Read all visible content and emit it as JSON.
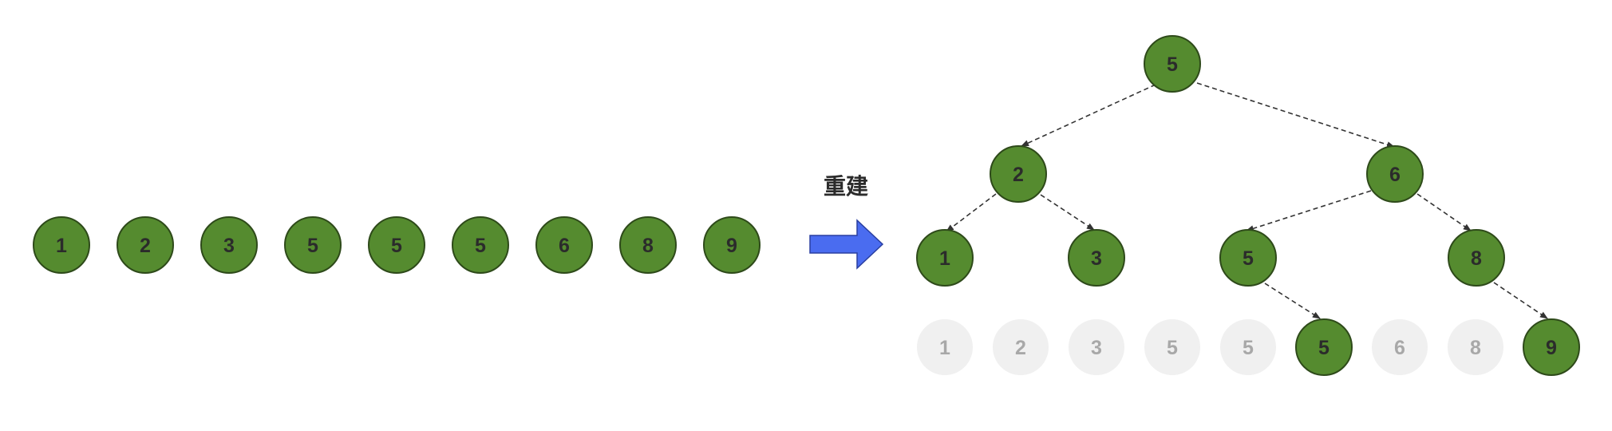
{
  "caption": "重建",
  "input_array": [
    "1",
    "2",
    "3",
    "5",
    "5",
    "5",
    "6",
    "8",
    "9"
  ],
  "tree": {
    "root": "5",
    "level1": [
      "2",
      "6"
    ],
    "level2": [
      "1",
      "3",
      "5",
      "8"
    ],
    "level3": [
      "5",
      "9"
    ]
  },
  "bottom_array": {
    "values": [
      "1",
      "2",
      "3",
      "5",
      "5",
      "5",
      "6",
      "8",
      "9"
    ],
    "highlighted": [
      false,
      false,
      false,
      false,
      false,
      true,
      false,
      false,
      true
    ]
  },
  "colors": {
    "node_fill": "#558b2f",
    "node_stroke": "#2e4a1a",
    "node_text": "#2b2b2b",
    "faded_fill": "#f0f0f0",
    "faded_text": "#a8a8a8",
    "arrow_fill": "#4a6cf0",
    "arrow_stroke": "#2a3fa0",
    "edge": "#333333"
  },
  "icons": {
    "transform_arrow": "right-arrow-icon"
  }
}
